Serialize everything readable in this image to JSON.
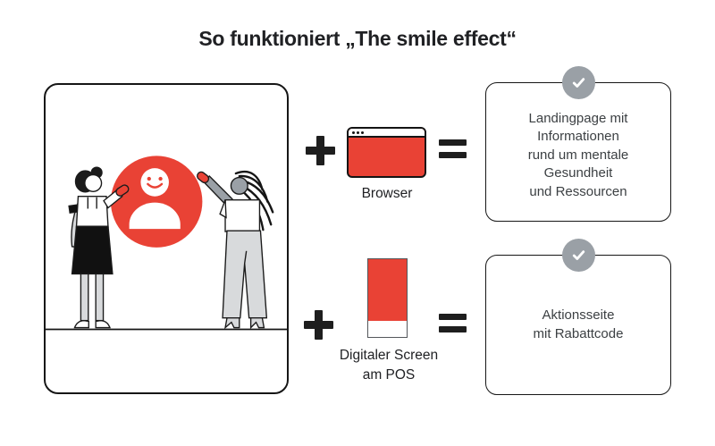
{
  "title": "So funktioniert „The smile effect“",
  "colors": {
    "accent_red": "#E94235",
    "badge_gray": "#9AA0A6",
    "ink": "#202124",
    "body_text": "#3C4043"
  },
  "illustration": {
    "name": "two-women-holding-smiley-avatar",
    "center_icon": "smiley-person-avatar-icon"
  },
  "rows": [
    {
      "plus_icon": "plus-icon",
      "equals_icon": "equals-icon",
      "item": {
        "icon_name": "browser-window-icon",
        "label_lines": [
          "Browser"
        ]
      },
      "result": {
        "badge_icon": "check-icon",
        "lines": [
          "Landingpage mit",
          "Informationen",
          "rund um mentale",
          "Gesundheit",
          "und Ressourcen"
        ]
      }
    },
    {
      "plus_icon": "plus-icon",
      "equals_icon": "equals-icon",
      "item": {
        "icon_name": "pos-screen-icon",
        "label_lines": [
          "Digitaler Screen",
          "am POS"
        ]
      },
      "result": {
        "badge_icon": "check-icon",
        "lines": [
          "Aktionsseite",
          "mit Rabattcode"
        ]
      }
    }
  ]
}
